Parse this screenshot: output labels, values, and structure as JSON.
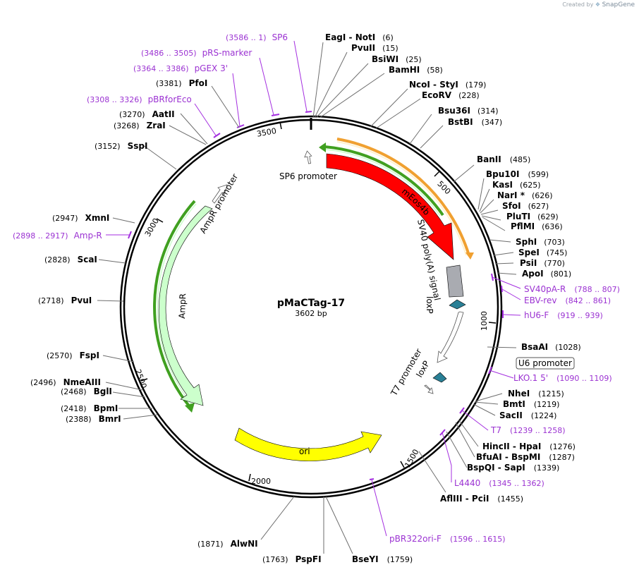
{
  "credit": {
    "prefix": "Created by",
    "brand": "SnapGene"
  },
  "plasmid": {
    "name": "pMaCTag-17",
    "length_label": "3602 bp"
  },
  "ruler": [
    {
      "label": "500"
    },
    {
      "label": "1000"
    },
    {
      "label": "1500"
    },
    {
      "label": "2000"
    },
    {
      "label": "2500"
    },
    {
      "label": "3000"
    },
    {
      "label": "3500"
    }
  ],
  "features": [
    {
      "name": "mEos4b",
      "color": "#ff0000"
    },
    {
      "name": "SV40 poly(A) signal",
      "color": "#a9abb1"
    },
    {
      "name": "loxP",
      "color": "#2a8096"
    },
    {
      "name": "loxP",
      "color": "#2a8096"
    },
    {
      "name": "SP6 promoter",
      "color": "#ffffff"
    },
    {
      "name": "T7 promoter",
      "color": "#ffffff"
    },
    {
      "name": "AmpR promoter",
      "color": "#ffffff"
    },
    {
      "name": "AmpR",
      "color": "#ccffcc"
    },
    {
      "name": "ori",
      "color": "#ffff00"
    }
  ],
  "enzymes": [
    {
      "name": "EagI",
      "name2": "NotI",
      "pos": "(6)"
    },
    {
      "name": "PvuII",
      "pos": "(15)"
    },
    {
      "name": "BsiWI",
      "pos": "(25)"
    },
    {
      "name": "BamHI",
      "pos": "(58)"
    },
    {
      "name": "NcoI",
      "name2": "StyI",
      "pos": "(179)"
    },
    {
      "name": "EcoRV",
      "pos": "(228)"
    },
    {
      "name": "Bsu36I",
      "pos": "(314)"
    },
    {
      "name": "BstBI",
      "pos": "(347)"
    },
    {
      "name": "BanII",
      "pos": "(485)"
    },
    {
      "name": "Bpu10I",
      "pos": "(599)"
    },
    {
      "name": "KasI",
      "pos": "(625)"
    },
    {
      "name": "NarI *",
      "pos": "(626)"
    },
    {
      "name": "SfoI",
      "pos": "(627)"
    },
    {
      "name": "PluTI",
      "pos": "(629)"
    },
    {
      "name": "PflMI",
      "pos": "(636)"
    },
    {
      "name": "SphI",
      "pos": "(703)"
    },
    {
      "name": "SpeI",
      "pos": "(745)"
    },
    {
      "name": "PsiI",
      "pos": "(770)"
    },
    {
      "name": "ApoI",
      "pos": "(801)"
    },
    {
      "name": "BsaAI",
      "pos": "(1028)"
    },
    {
      "name": "NheI",
      "pos": "(1215)"
    },
    {
      "name": "BmtI",
      "pos": "(1219)"
    },
    {
      "name": "SacII",
      "pos": "(1224)"
    },
    {
      "name": "HincII",
      "name2": "HpaI",
      "pos": "(1276)"
    },
    {
      "name": "BfuAI",
      "name2": "BspMI",
      "pos": "(1287)"
    },
    {
      "name": "BspQI",
      "name2": "SapI",
      "pos": "(1339)"
    },
    {
      "name": "AflIII",
      "name2": "PciI",
      "pos": "(1455)"
    },
    {
      "name": "BseYI",
      "pos": "(1759)"
    },
    {
      "name": "PspFI",
      "pos": "(1763)"
    },
    {
      "name": "AlwNI",
      "pos": "(1871)"
    },
    {
      "name": "BmrI",
      "pos": "(2388)"
    },
    {
      "name": "BpmI",
      "pos": "(2418)"
    },
    {
      "name": "BglI",
      "pos": "(2468)"
    },
    {
      "name": "NmeAIII",
      "pos": "(2496)"
    },
    {
      "name": "FspI",
      "pos": "(2570)"
    },
    {
      "name": "PvuI",
      "pos": "(2718)"
    },
    {
      "name": "ScaI",
      "pos": "(2828)"
    },
    {
      "name": "XmnI",
      "pos": "(2947)"
    },
    {
      "name": "SspI",
      "pos": "(3152)"
    },
    {
      "name": "ZraI",
      "pos": "(3268)"
    },
    {
      "name": "AatII",
      "pos": "(3270)"
    },
    {
      "name": "PfoI",
      "pos": "(3381)"
    }
  ],
  "primers": [
    {
      "name": "SP6",
      "range": "(3586 .. 1)"
    },
    {
      "name": "pRS-marker",
      "range": "(3486 .. 3505)"
    },
    {
      "name": "pGEX 3'",
      "range": "(3364 .. 3386)"
    },
    {
      "name": "pBRforEco",
      "range": "(3308 .. 3326)"
    },
    {
      "name": "Amp-R",
      "range": "(2898 .. 2917)"
    },
    {
      "name": "SV40pA-R",
      "range": "(788 .. 807)"
    },
    {
      "name": "EBV-rev",
      "range": "(842 .. 861)"
    },
    {
      "name": "hU6-F",
      "range": "(919 .. 939)"
    },
    {
      "name": "U6 promoter",
      "range": ""
    },
    {
      "name": "LKO.1 5'",
      "range": "(1090 .. 1109)"
    },
    {
      "name": "T7",
      "range": "(1239 .. 1258)"
    },
    {
      "name": "L4440",
      "range": "(1345 .. 1362)"
    },
    {
      "name": "pBR322ori-F",
      "range": "(1596 .. 1615)"
    }
  ]
}
